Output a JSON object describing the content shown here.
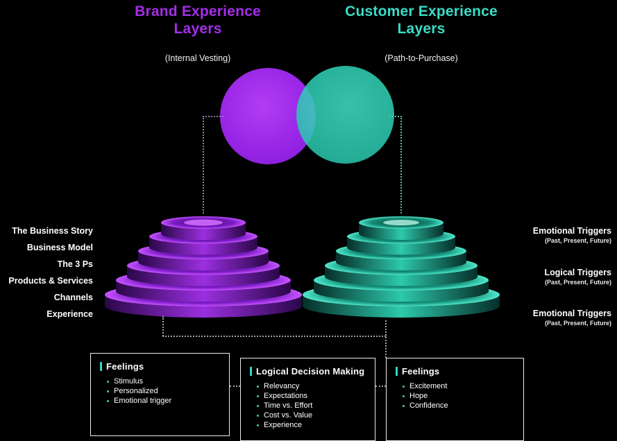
{
  "colors": {
    "brand_purple": "#a42ee8",
    "customer_teal": "#3adcc6",
    "background": "#000000",
    "text": "#ffffff"
  },
  "header": {
    "brand_title": "Brand Experience Layers",
    "brand_subtitle": "(Internal Vesting)",
    "customer_title": "Customer Experience Layers",
    "customer_subtitle": "(Path-to-Purchase)"
  },
  "brand_layers": [
    "The Business Story",
    "Business Model",
    "The 3 Ps",
    "Products & Services",
    "Channels",
    "Experience"
  ],
  "customer_triggers": [
    {
      "label": "Emotional Triggers",
      "sublabel": "(Past, Present, Future)"
    },
    {
      "label": "Logical Triggers",
      "sublabel": "(Past, Present, Future)"
    },
    {
      "label": "Emotional Triggers",
      "sublabel": "(Past, Present, Future)"
    }
  ],
  "boxes": [
    {
      "title": "Feelings",
      "items": [
        "Stimulus",
        "Personalized",
        "Emotional trigger"
      ]
    },
    {
      "title": "Logical Decision Making",
      "items": [
        "Relevancy",
        "Expectations",
        "Time vs. Effort",
        "Cost vs. Value",
        "Experience"
      ]
    },
    {
      "title": "Feelings",
      "items": [
        "Excitement",
        "Hope",
        "Confidence"
      ]
    }
  ]
}
